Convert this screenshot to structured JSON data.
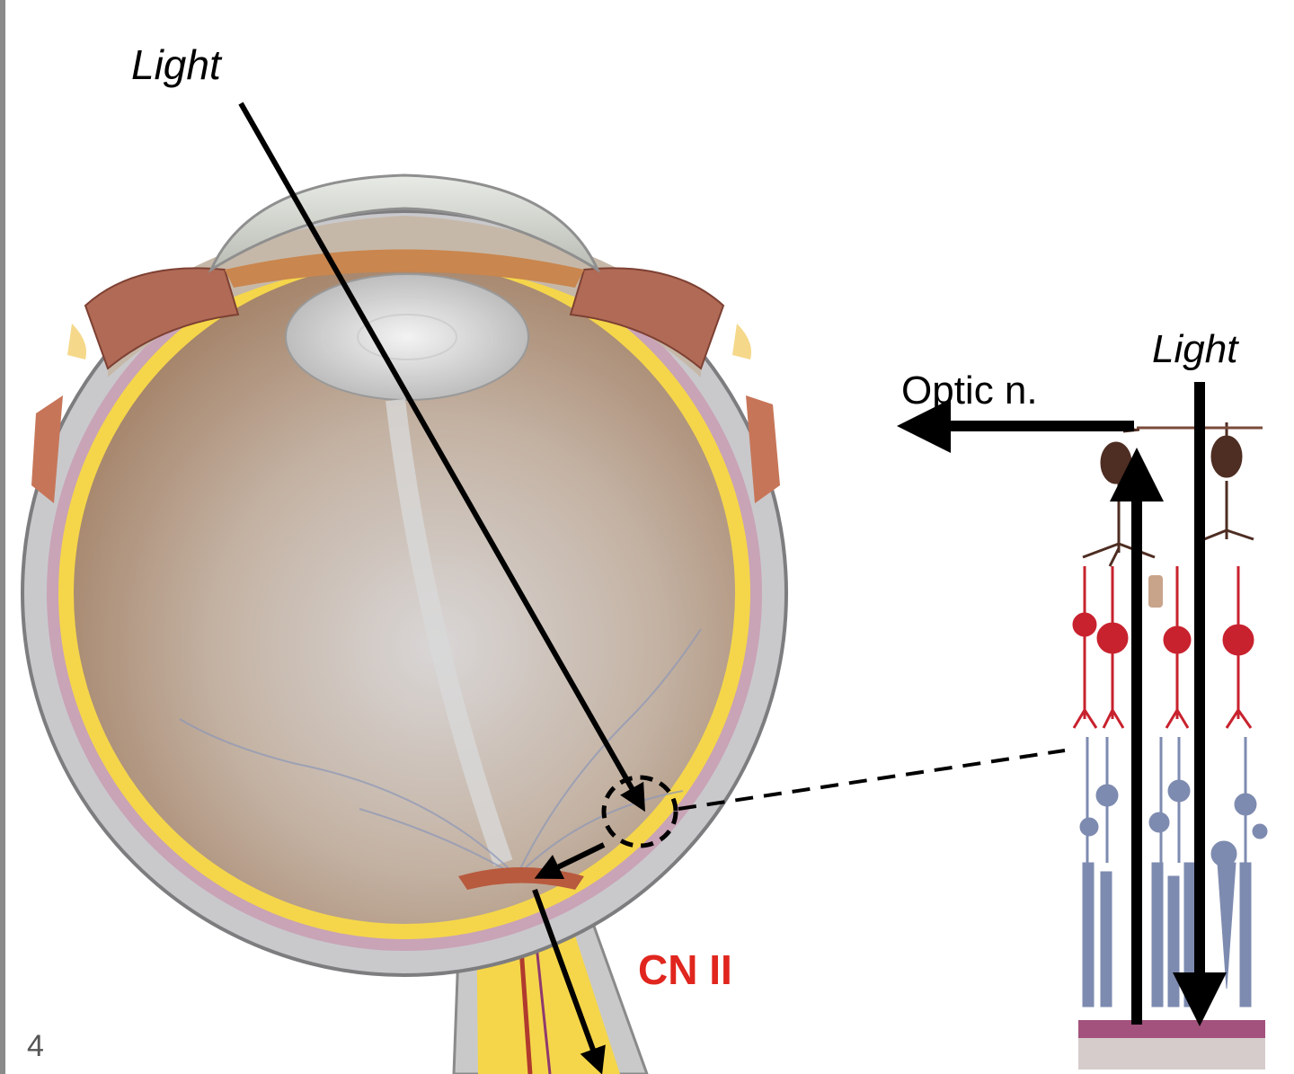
{
  "labels": {
    "light_top": "Light",
    "light_retina": "Light",
    "optic_nerve": "Optic n.",
    "cranial_nerve": "CN II",
    "page_number": "4"
  },
  "colors": {
    "retina_yellow": "#f5d64a",
    "label_red": "#e0261e",
    "bipolar_red": "#c8222e",
    "ganglion_brown": "#4e2d22",
    "photoreceptor_blue": "#7e8bb0",
    "pigment_purple": "#a2527c",
    "arrow": "#000000"
  },
  "icons": [
    "eyeball-cross-section",
    "retina-cell-layers",
    "dashed-magnifier-circle"
  ]
}
